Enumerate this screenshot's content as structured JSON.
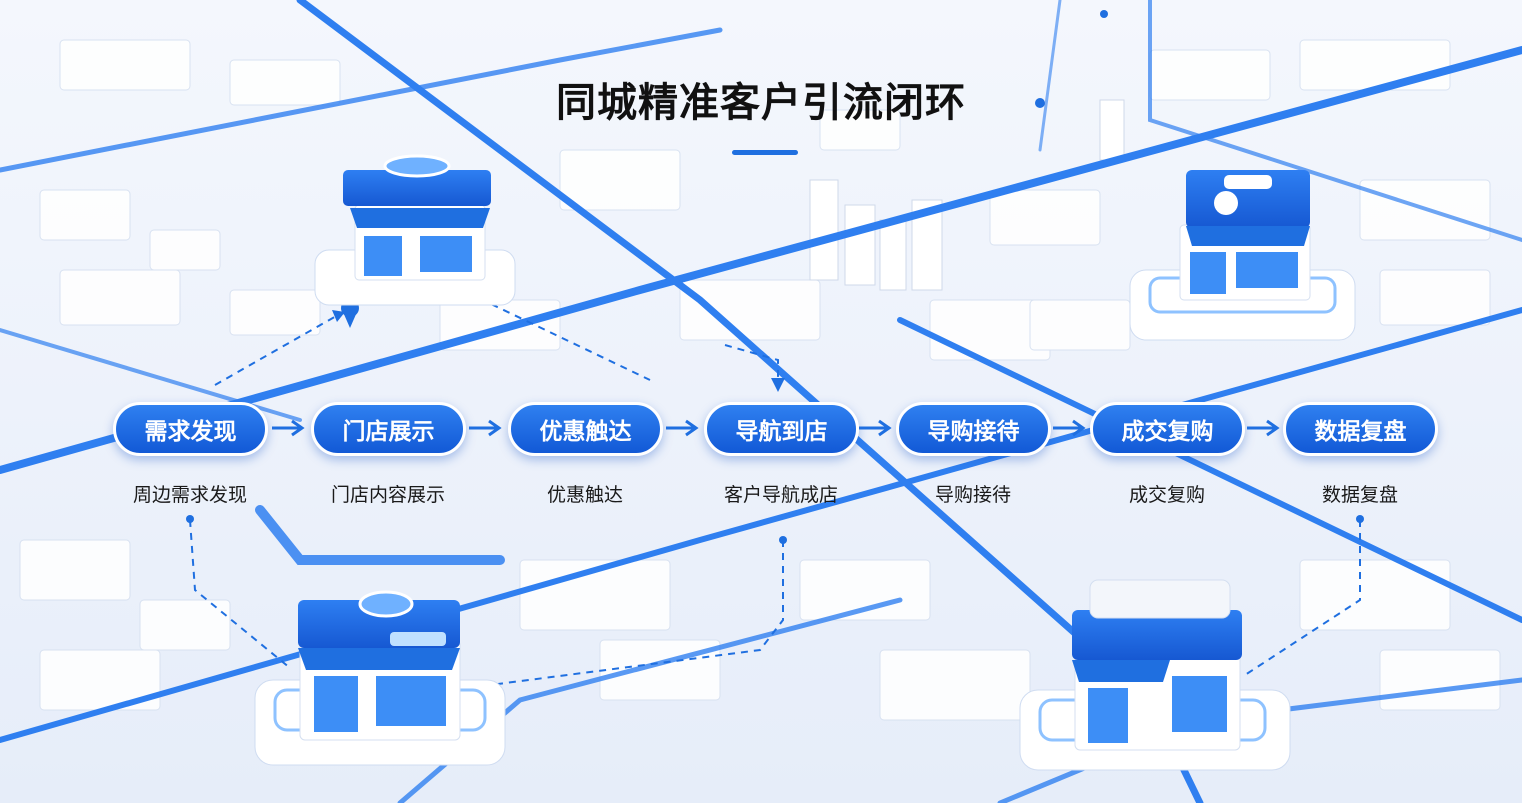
{
  "title": "同城精准客户引流闭环",
  "steps": [
    {
      "label": "需求发现",
      "desc": "周边需求发现"
    },
    {
      "label": "门店展示",
      "desc": "门店内容展示"
    },
    {
      "label": "优惠触达",
      "desc": "优惠触达"
    },
    {
      "label": "导航到店",
      "desc": "客户导航成店"
    },
    {
      "label": "导购接待",
      "desc": "导购接待"
    },
    {
      "label": "成交复购",
      "desc": "成交复购"
    },
    {
      "label": "数据复盘",
      "desc": "数据复盘"
    }
  ],
  "colors": {
    "accent": "#1f6fe0",
    "road": "#2f7ff0",
    "store_blue": "#1c66e6"
  }
}
